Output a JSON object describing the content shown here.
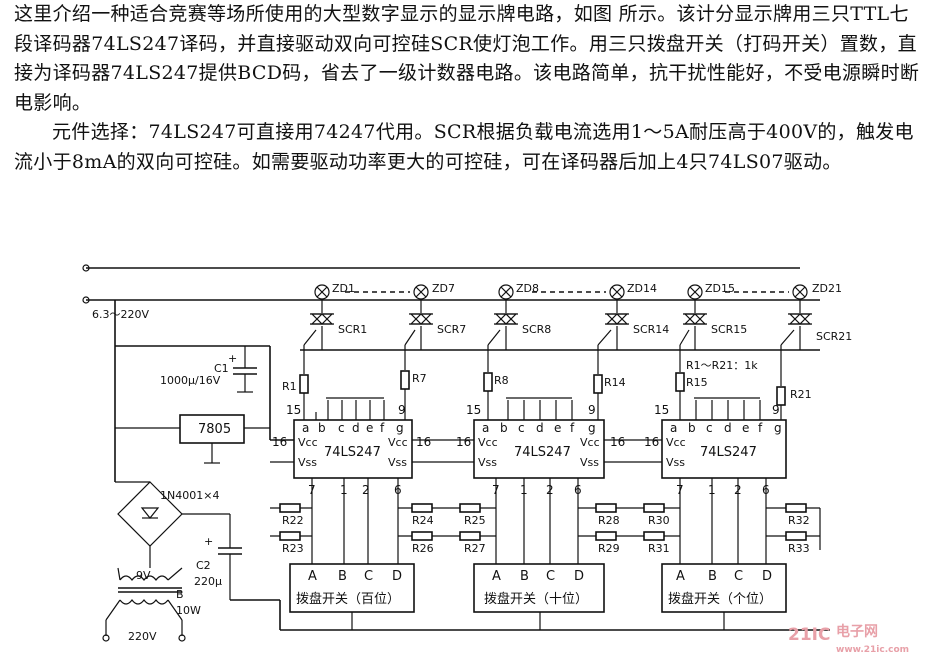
{
  "text": {
    "p1": "这里介绍一种适合竞赛等场所使用的大型数字显示的显示牌电路，如图    所示。该计分显示牌用三只TTL七段译码器74LS247译码，并直接驱动双向可控硅SCR使灯泡工作。用三只拨盘开关（打码开关）置数，直接为译码器74LS247提供BCD码，省去了一级计数器电路。该电路简单，抗干扰性能好，不受电源瞬时断电影响。",
    "p2": "元件选择：74LS247可直接用74247代用。SCR根据负载电流选用1～5A耐压高于400V的，触发电流小于8mA的双向可控硅。如需要驱动功率更大的可控硅，可在译码器后加上4只74LS07驱动。"
  },
  "diagram": {
    "supply_label": "6.3～220V",
    "bulbs": [
      "ZD1",
      "ZD7",
      "ZD8",
      "ZD14",
      "ZD15",
      "ZD21"
    ],
    "scrs": [
      "SCR1",
      "SCR7",
      "SCR8",
      "SCR14",
      "SCR15",
      "SCR21"
    ],
    "resistors_top": [
      "R1",
      "R7",
      "R8",
      "R14",
      "R15",
      "R21"
    ],
    "resistor_range": "R1～R21：1k",
    "c1": "C1",
    "c1_value": "1000μ/16V",
    "c2": "C2",
    "c2_value": "220μ",
    "regulator": "7805",
    "bridge": "1N4001×4",
    "transformer_secondary": "9V",
    "transformer_b": "B",
    "transformer_power": "10W",
    "mains": "220V",
    "chip": "74LS247",
    "vcc": "Vcc",
    "vss": "Vss",
    "pins": {
      "p15": "15",
      "p9": "9",
      "p16": "16",
      "p7": "7",
      "p1": "1",
      "p2": "2",
      "p6": "6",
      "pa": "a",
      "pb": "b",
      "pc": "c",
      "pd": "d",
      "pe": "e",
      "pf": "f",
      "pg": "g"
    },
    "dip_pins": [
      "A",
      "B",
      "C",
      "D"
    ],
    "dip_switches": [
      "拨盘开关（百位）",
      "拨盘开关（十位）",
      "拨盘开关（个位）"
    ],
    "resistors_bottom": [
      "R22",
      "R23",
      "R24",
      "R25",
      "R26",
      "R27",
      "R28",
      "R29",
      "R30",
      "R31",
      "R32",
      "R33"
    ],
    "watermark_a": "21IC",
    "watermark_b": "电子网",
    "watermark_c": "www.21ic.com"
  }
}
